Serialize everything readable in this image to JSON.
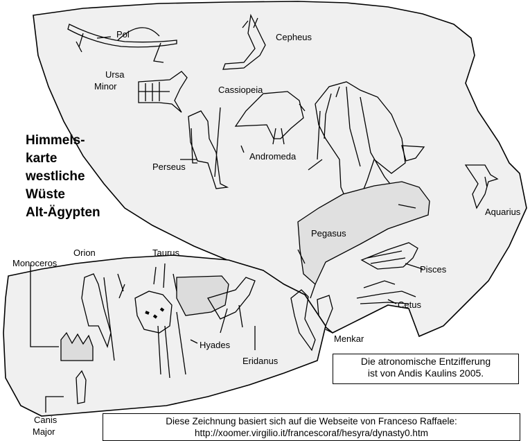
{
  "title_lines": [
    "Himmels-",
    "karte",
    "westliche",
    "Wüste",
    "Alt-Ägypten"
  ],
  "constellations": {
    "pol": "Pol",
    "ursa_minor_1": "Ursa",
    "ursa_minor_2": "Minor",
    "cepheus": "Cepheus",
    "cassiopeia": "Cassiopeia",
    "perseus": "Perseus",
    "andromeda": "Andromeda",
    "aquarius": "Aquarius",
    "pegasus": "Pegasus",
    "pisces": "Pisces",
    "cetus": "Cetus",
    "menkar": "Menkar",
    "orion": "Orion",
    "monoceros": "Monoceros",
    "taurus": "Taurus",
    "hyades": "Hyades",
    "eridanus": "Eridanus",
    "canis_major_1": "Canis",
    "canis_major_2": "Major"
  },
  "note_box": {
    "line1": "Die atronomische Entzifferung",
    "line2": "ist von Andis Kaulins 2005."
  },
  "source_box": {
    "line1": "Diese Zeichnung basiert sich auf die Webseite von Franceso Raffaele:",
    "line2": "http://xoomer.virgilio.it/francescoraf/hesyra/dynasty0.htm"
  },
  "colors": {
    "stone": "#f0f0f0",
    "ink": "#000000",
    "shade": "#d8d8d8"
  }
}
